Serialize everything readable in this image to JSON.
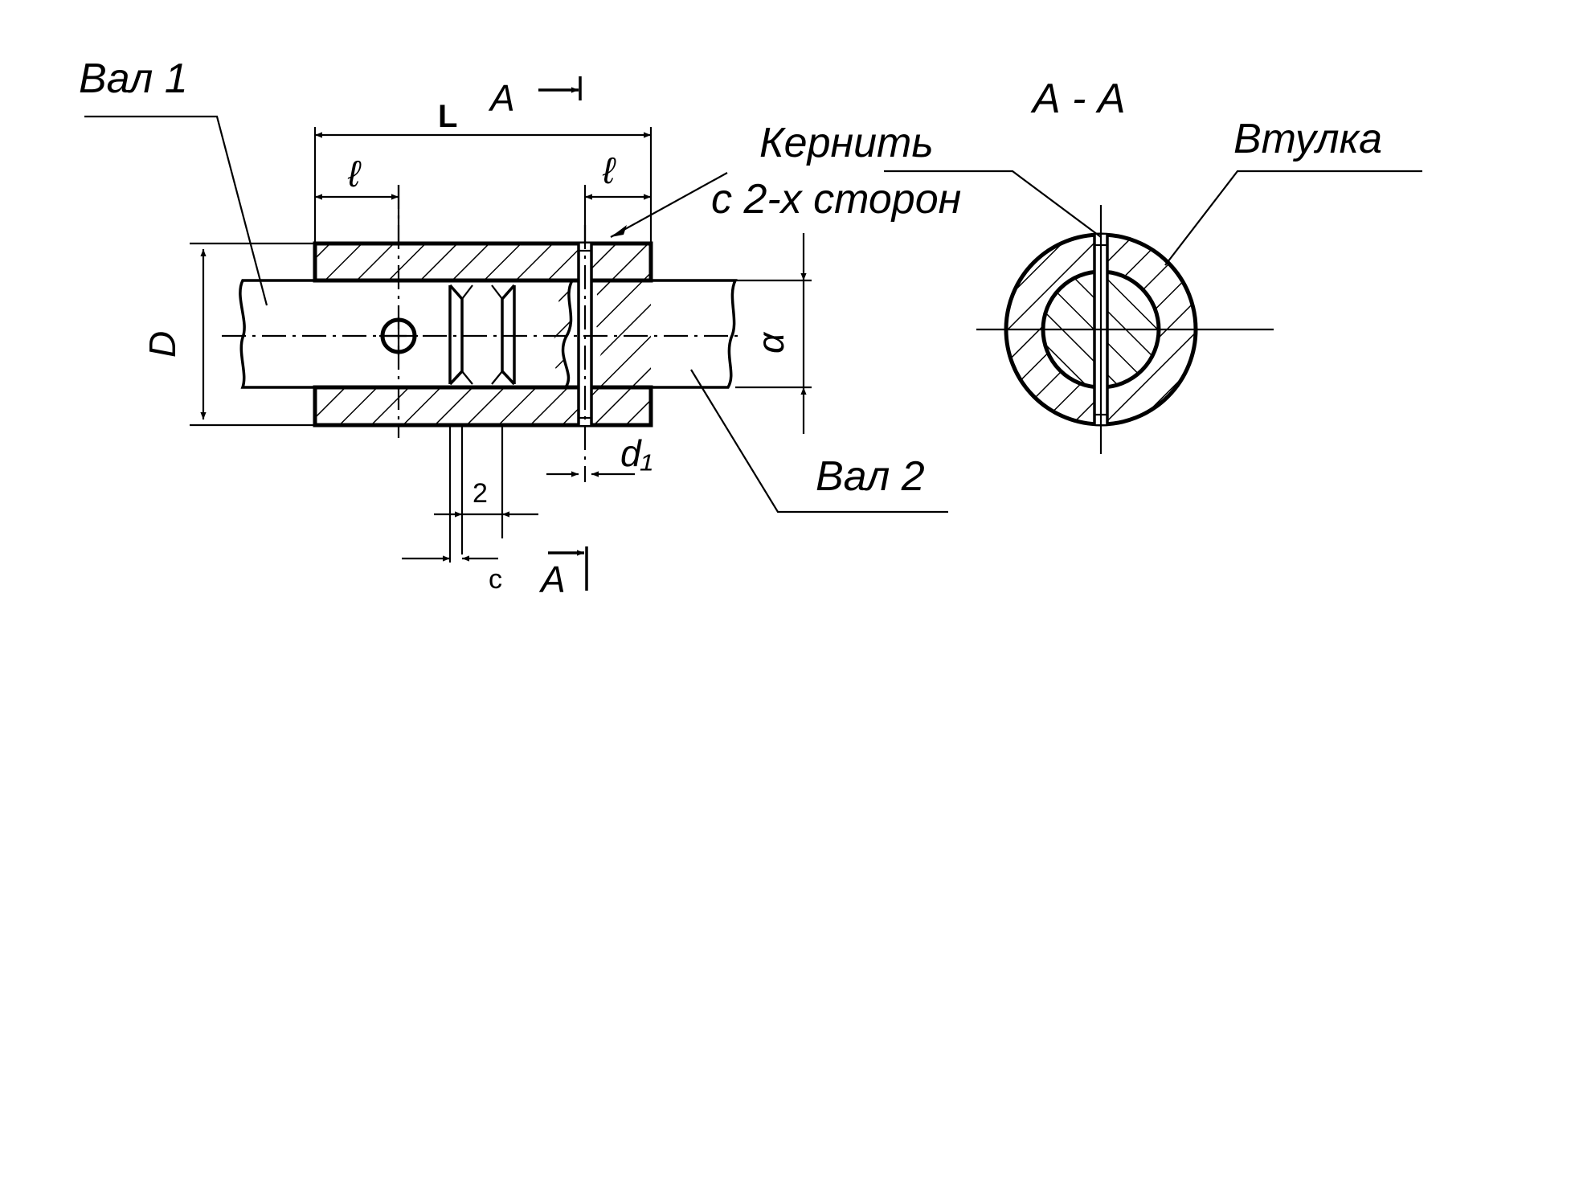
{
  "labels": {
    "shaft1": "Вал 1",
    "shaft2": "Вал 2",
    "bushing": "Втулка",
    "section": "А - А",
    "punch_line1": "Кернить",
    "punch_line2": "с 2-х сторон",
    "section_mark_top": "A",
    "section_mark_bottom": "A",
    "dim_L": "L",
    "dim_l_left": "ℓ",
    "dim_l_right": "ℓ",
    "dim_D": "D",
    "dim_a": "α",
    "dim_d1": "d₁",
    "dim_2": "2",
    "dim_c": "c"
  },
  "colors": {
    "ink": "#000000",
    "paper": "#ffffff"
  }
}
